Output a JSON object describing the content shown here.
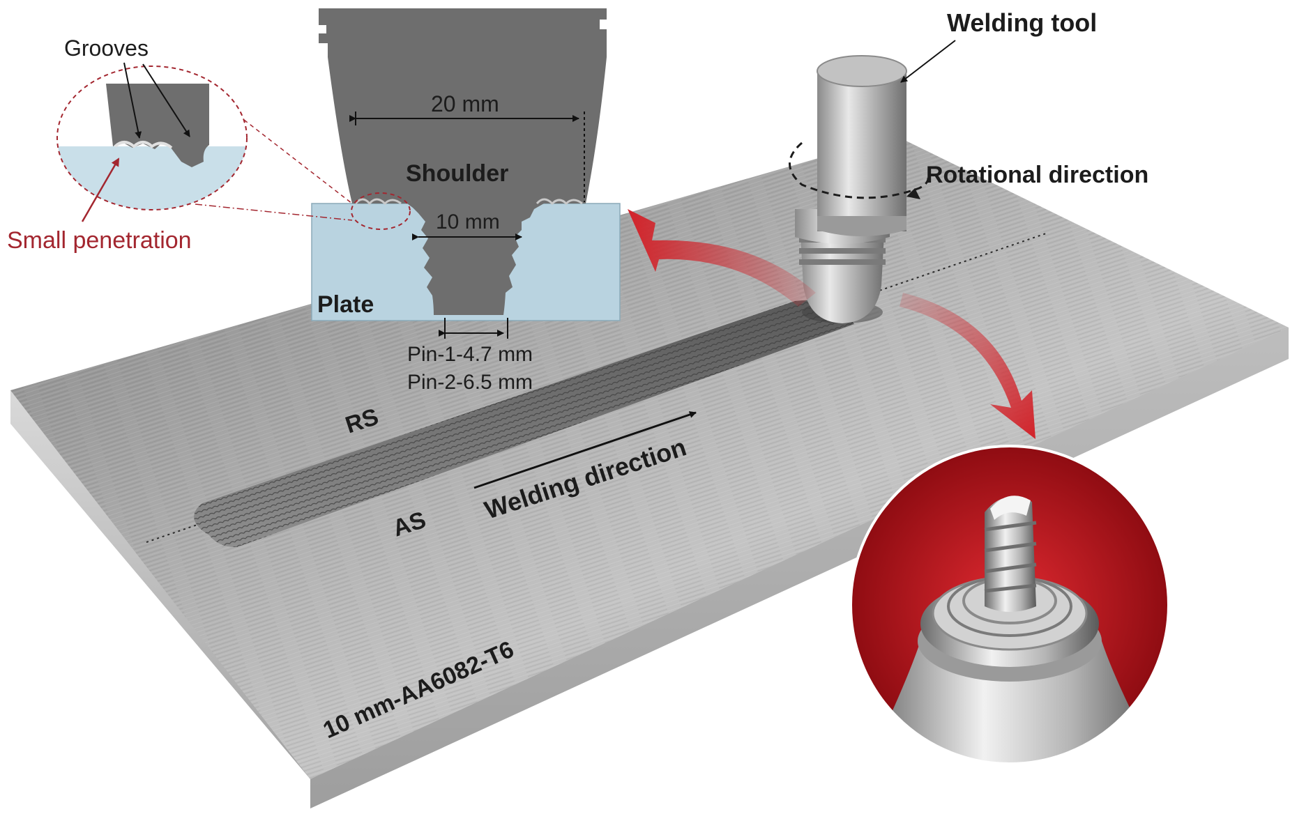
{
  "figure": {
    "labels": {
      "welding_tool": "Welding tool",
      "rotational_direction": "Rotational direction",
      "grooves": "Grooves",
      "small_penetration": "Small penetration",
      "shoulder_diameter": "20 mm",
      "shoulder": "Shoulder",
      "pin_root_diameter": "10 mm",
      "plate": "Plate",
      "pin_1": "Pin-1-4.7 mm",
      "pin_2": "Pin-2-6.5 mm",
      "retreating_side": "RS",
      "advancing_side": "AS",
      "welding_direction": "Welding direction",
      "plate_material": "10 mm-AA6082-T6"
    },
    "colors": {
      "plate_metal": "#9a9a9a",
      "plate_edge": "#c8c8c8",
      "tool_section": "#6e6e6e",
      "plate_section": "#b9d3e0",
      "arrow_red": "#d2232a",
      "label_red": "#a3262f",
      "photo_background": "#c5141c"
    }
  }
}
